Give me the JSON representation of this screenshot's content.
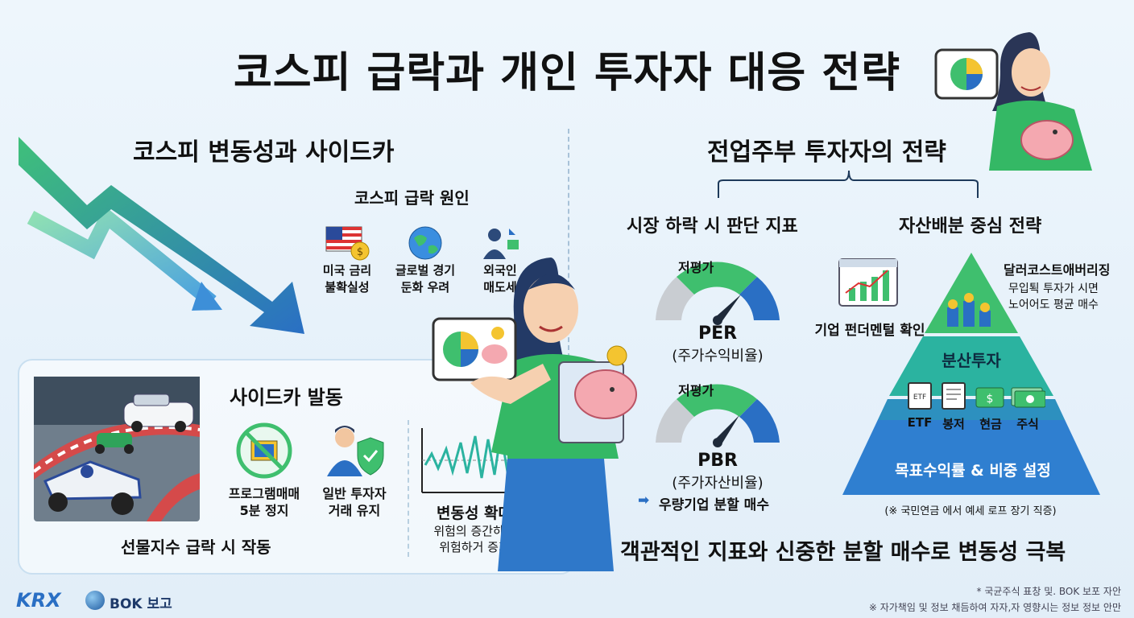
{
  "title": "코스피 급락과 개인 투자자 대응 전략",
  "left": {
    "section_title": "코스피 변동성과 사이드카",
    "causes_title": "코스피 급락 원인",
    "causes": [
      {
        "icon": "us-flag-dollar-icon",
        "line1": "미국 금리",
        "line2": "불확실성"
      },
      {
        "icon": "globe-icon",
        "line1": "글로벌 경기",
        "line2": "둔화 우려"
      },
      {
        "icon": "foreign-investor-icon",
        "line1": "외국인",
        "line2": "매도세"
      }
    ],
    "sidecar": {
      "title": "사이드카 발동",
      "item1_line1": "프로그램매매",
      "item1_line2": "5분 정지",
      "item2_line1": "일반 투자자",
      "item2_line2": "거래 유지",
      "trigger": "선물지수 급락 시 작동",
      "volatility_title": "변동성 확대",
      "volatility_line1": "위험의 증간하고",
      "volatility_line2": "위험하거 증가"
    }
  },
  "right": {
    "section_title": "전업주부 투자자의 전략",
    "indicators": {
      "title": "시장 하락 시 판단 지표",
      "gauge1_label": "저평가",
      "gauge1_name": "PER",
      "gauge1_desc": "(주가수익비율)",
      "gauge2_label": "저평가",
      "gauge2_name": "PBR",
      "gauge2_desc": "(주가자산비율)",
      "action": "우량기업 분할 매수"
    },
    "allocation": {
      "title": "자산배분 중심 전략",
      "fundamental": "기업 펀더멘털 확인",
      "dca_title": "달러코스트애버리징",
      "dca_line1": "무입퇵 투자가 시면",
      "dca_line2": "노어어도 평균 매수",
      "diversify_title": "분산투자",
      "assets": [
        "ETF",
        "봉저",
        "현금",
        "주식"
      ],
      "etf_doc_label": "ETF",
      "base": "목표수익률 & 비중 설정",
      "note": "(※ 국민연금 에서 예세 로프 장기 직증)"
    },
    "conclusion": "객관적인 지표와 신중한 분할 매수로 변동성 극복"
  },
  "footer": {
    "logo_krx": "KRX",
    "logo_bok": "BOK 보고",
    "note1": "* 국균주식 표창 및. BOK 보포 자안",
    "note2": "※ 자가책임 및 정보 채듬하여 자자,자 영향시는 정보 정보 안만"
  },
  "colors": {
    "green": "#3fbf6e",
    "blue": "#2a6fc4",
    "teal": "#2bb3a0",
    "gauge_gray": "#c9cdd2",
    "base_blue": "#2f7fd0"
  }
}
